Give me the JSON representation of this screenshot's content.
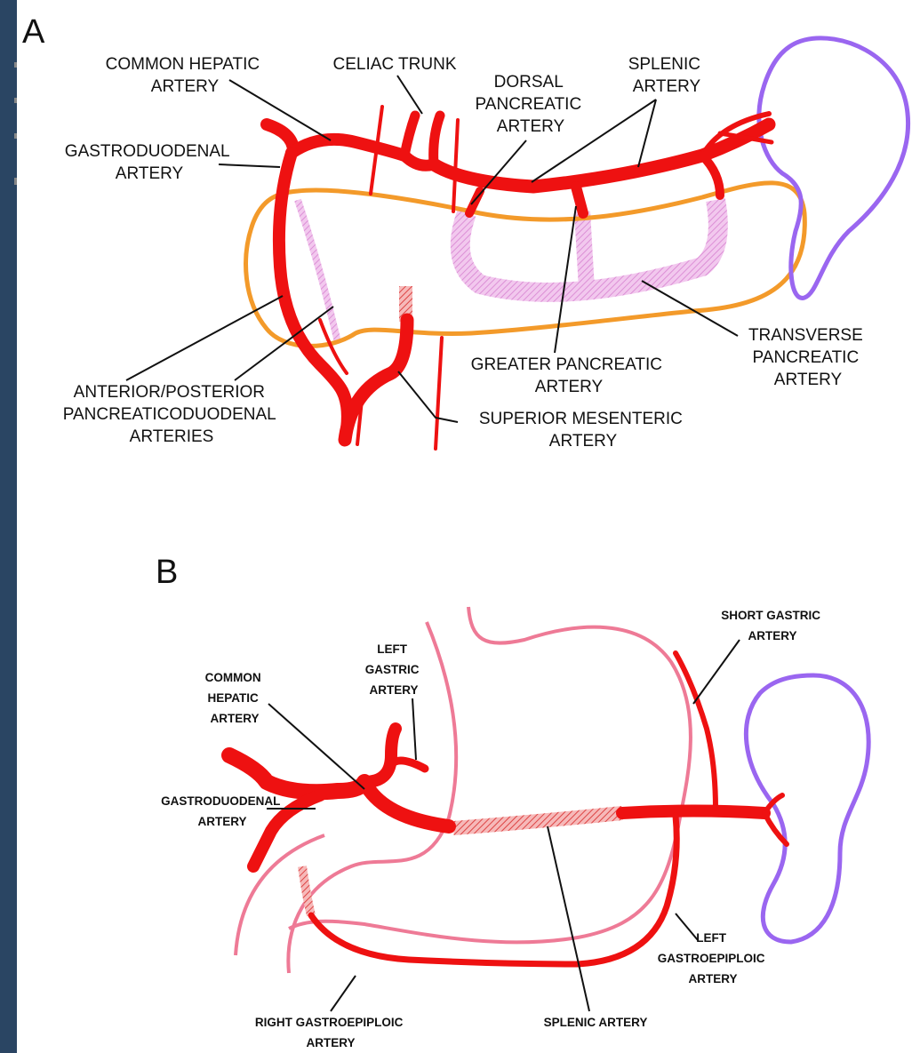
{
  "panel_a": {
    "letter": "A",
    "labels": {
      "common_hepatic": [
        "COMMON HEPATIC",
        "ARTERY"
      ],
      "celiac_trunk": [
        "CELIAC TRUNK"
      ],
      "dorsal_pancreatic": [
        "DORSAL",
        "PANCREATIC",
        "ARTERY"
      ],
      "splenic": [
        "SPLENIC",
        "ARTERY"
      ],
      "gastroduodenal": [
        "GASTRODUODENAL",
        "ARTERY"
      ],
      "transverse_pancreatic": [
        "TRANSVERSE",
        "PANCREATIC",
        "ARTERY"
      ],
      "greater_pancreatic": [
        "GREATER PANCREATIC",
        "ARTERY"
      ],
      "anterior_posterior": [
        "ANTERIOR/POSTERIOR",
        "PANCREATICODUODENAL",
        "ARTERIES"
      ],
      "superior_mesenteric": [
        "SUPERIOR MESENTERIC",
        "ARTERY"
      ]
    }
  },
  "panel_b": {
    "letter": "B",
    "labels": {
      "short_gastric": [
        "SHORT GASTRIC",
        "ARTERY"
      ],
      "left_gastric": [
        "LEFT",
        "GASTRIC",
        "ARTERY"
      ],
      "common_hepatic": [
        "COMMON",
        "HEPATIC",
        "ARTERY"
      ],
      "gastroduodenal": [
        "GASTRODUODENAL",
        "ARTERY"
      ],
      "left_gastroepiploic": [
        "LEFT",
        "GASTROEPIPLOIC",
        "ARTERY"
      ],
      "right_gastroepiploic": [
        "RIGHT GASTROEPIPLOIC",
        "ARTERY"
      ],
      "splenic": [
        "SPLENIC ARTERY"
      ]
    }
  },
  "colors": {
    "background": "#2a4563",
    "artery": "#ee1111",
    "pancreas": "#f39a2a",
    "spleen": "#9a66f0",
    "stomach": "#ee7a96",
    "hidden_artery": "#e9a5e2"
  }
}
